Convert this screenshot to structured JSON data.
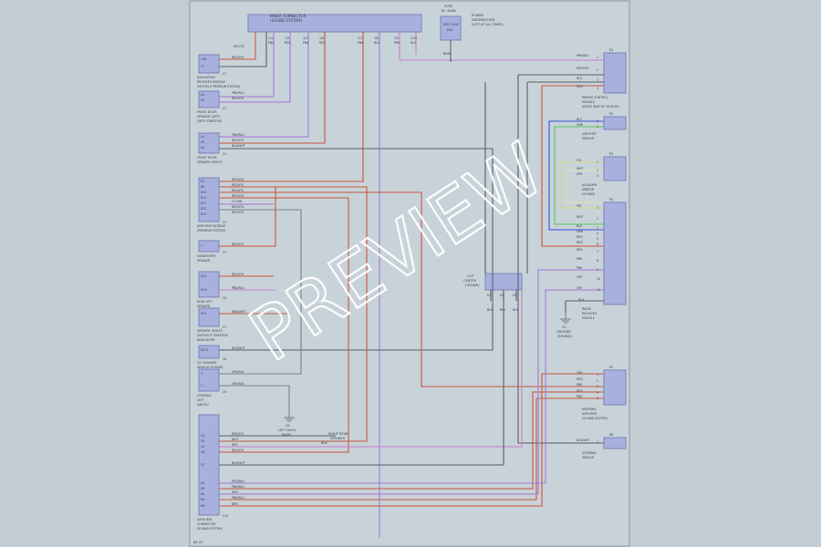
{
  "diagram": {
    "watermark": "PREVIEW",
    "footer": "88 29",
    "top_connector": {
      "title": "INNER CONNECTOR",
      "subtitle": "(SOUND SYSTEM)",
      "pins": [
        "1/4",
        "1/3",
        "1/5",
        "1/6",
        "1/7",
        "1/8",
        "1/9",
        "1/10"
      ],
      "wires": [
        "PNK",
        "RED",
        "PNK",
        "RED",
        "PNK",
        "BLU",
        "PNK",
        "BLU"
      ],
      "code": "XSC76"
    },
    "fuse": {
      "label1": "FUSE",
      "label2": "B+ MAIN",
      "box": "SEE FUSE",
      "box2": "15A",
      "note1": "POWER",
      "note2": "DISTRIBUTION",
      "note3": "(HOT AT ALL TIMES)",
      "wire": "BRN"
    },
    "left_components": [
      {
        "id": "c1",
        "pins": [
          "C3B",
          "T1"
        ],
        "wire": "RED/YEL",
        "name1": "NAVIGATION",
        "name2": "RECEIVER MODULE",
        "name3": "(WITHOUT PREMIUM SYSTEM)",
        "code": "C1"
      },
      {
        "id": "c2",
        "pins": [
          "A5",
          "A3"
        ],
        "wires": [
          "PNK/BLU",
          "RED/YEL"
        ],
        "name1": "FRONT DOOR",
        "name2": "SPEAKER (LEFT)",
        "name3": "(WITH TWEETER)",
        "code": "C2"
      },
      {
        "id": "c3",
        "pins": [
          "A1",
          "A5",
          "A3"
        ],
        "wires": [
          "PNK/BLU",
          "RED/YEL",
          "BLU/WHT"
        ],
        "name1": "FRONT DOOR",
        "name2": "SPEAKER (RIGHT)",
        "code": "C3"
      },
      {
        "id": "c4",
        "pins": [
          "B1",
          "B5",
          "B10",
          "B11",
          "B12",
          "B13",
          "B14"
        ],
        "wires": [
          "RED/YEL",
          "RED/YEL",
          "RED/YEL",
          "RED/YEL",
          "LT GRN",
          "RED/YEL",
          "RED/YEL"
        ],
        "name1": "AMPLIFIER MODULE",
        "name2": "(PREMIUM SYSTEM)",
        "code": "C4"
      },
      {
        "id": "c5",
        "pins": [
          "7"
        ],
        "wire": "RED/YEL",
        "name1": "SUBWOOFER",
        "name2": "SPEAKER",
        "code": "C5"
      },
      {
        "id": "c6",
        "pins": [
          "HV2",
          "HV3"
        ],
        "wires": [
          "RED/YEL",
          "PNK/BLU"
        ],
        "name1": "REAR LEFT",
        "name2": "SPEAKER",
        "code": "C6"
      },
      {
        "id": "c7",
        "pins": [
          "HV1"
        ],
        "wire": "BRN/WHT",
        "name1": "SPEAKER (RIGHT)",
        "name2": "(WITHOUT TWEETER)",
        "name3": "REAR DOOR",
        "code": "C7"
      },
      {
        "id": "c8",
        "pins": [
          "B173"
        ],
        "wire": "BLK/WHT",
        "name1": "CD CHANGER",
        "name2": "SENSOR (SOUND)",
        "code": "C8"
      },
      {
        "id": "c9",
        "pins": [
          "3",
          "1"
        ],
        "wires": [
          "GRY/BLK",
          "GRY/BLK"
        ],
        "name1": "STEERING",
        "name2": "LEFT",
        "name3": "SWITCH",
        "code": "C9"
      },
      {
        "id": "c10",
        "pins": [
          "G3",
          "G4",
          "G5",
          "G6",
          "G7",
          "N1",
          "N3",
          "N4",
          "N5",
          "N6"
        ],
        "wires": [
          "RED/YEL",
          "WHT",
          "RED",
          "RED/YEL",
          "BLK/WHT",
          "RED/BLU",
          "PNK/BLU",
          "RED",
          "PNK/BLU",
          "BRN"
        ],
        "name1": "DASH BAR",
        "name2": "CONNECTOR",
        "name3": "(SOUND SYSTEM)",
        "code": "C10"
      }
    ],
    "right_components": [
      {
        "id": "r1",
        "pins": [
          "1",
          "2",
          "3",
          "4"
        ],
        "wires": [
          "PNK/BLU",
          "RED/YEL",
          "BLK",
          "RED"
        ],
        "name1": "WIRING CONTROL",
        "name2": "MODULE",
        "name3": "(RIGHT SIDE OF VEHICLE)",
        "code": "R1"
      },
      {
        "id": "r2",
        "pins": [
          "1",
          "2"
        ],
        "wires": [
          "BLU",
          "GRN"
        ],
        "name1": "USB PORT",
        "name2": "SENSOR",
        "code": "R2"
      },
      {
        "id": "r3",
        "pins": [
          "1",
          "2",
          "3"
        ],
        "wires": [
          "YEL",
          "WHT",
          "GRY"
        ],
        "name1": "AUXILIARY",
        "name2": "SENSOR",
        "name3": "(SOUND)",
        "code": "R3"
      },
      {
        "id": "r4",
        "pins": [
          "1",
          "2",
          "3",
          "4",
          "5",
          "6",
          "7",
          "8",
          "9",
          "10",
          "11"
        ],
        "wires": [
          "YEL",
          "WHT",
          "BLU",
          "GRN",
          "RED",
          "RED",
          "RED",
          "PNK",
          "PNK",
          "GRY",
          "GRY"
        ],
        "name1": "RADIO",
        "name2": "RECEIVER",
        "name3": "MODULE",
        "code": "R4"
      },
      {
        "id": "r5",
        "pins": [
          "1",
          "2",
          "3",
          "4",
          "5"
        ],
        "wires": [
          "GRY",
          "RED",
          "PNK",
          "RED",
          "PNK"
        ],
        "name1": "ANTENNA",
        "name2": "AMPLIFIER",
        "name3": "(SOUND SYSTEM)",
        "code": "R5"
      },
      {
        "id": "r6",
        "pins": [
          "1"
        ],
        "wire": "BLK/WHT",
        "name1": "STEERING",
        "name2": "SENSOR",
        "code": "R6"
      }
    ],
    "center_connector": {
      "title1": "C1P",
      "title2": "CENTER",
      "title3": "(SOUND)",
      "pins": [
        "D1",
        "D2",
        "D3"
      ],
      "wires": [
        "BLK",
        "BLK",
        "BLK"
      ]
    },
    "ground": {
      "label1": "G1",
      "label2": "GROUND",
      "label3": "(SOUND)",
      "wire": "BLK"
    },
    "ground2": {
      "label1": "G1",
      "label2": "LEFT DASH",
      "label3": "PANEL"
    },
    "mid_label": {
      "line1": "RIGHT REAR",
      "line2": "SPEAKER",
      "wire": "BLK"
    }
  }
}
